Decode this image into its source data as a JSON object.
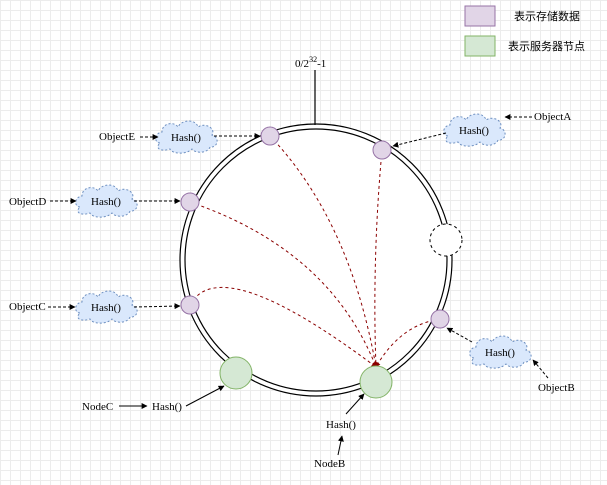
{
  "legend": {
    "data_label": "表示存储数据",
    "server_label": "表示服务器节点",
    "data_color": "#e1d5e7",
    "server_color": "#d5e8d4"
  },
  "top_label": {
    "prefix": "0/2",
    "exponent": "32",
    "suffix": "-1"
  },
  "objects": [
    {
      "id": "a",
      "name": "ObjectA",
      "hash": "Hash()"
    },
    {
      "id": "b",
      "name": "ObjectB",
      "hash": "Hash()"
    },
    {
      "id": "c",
      "name": "ObjectC",
      "hash": "Hash()"
    },
    {
      "id": "d",
      "name": "ObjectD",
      "hash": "Hash()"
    },
    {
      "id": "e",
      "name": "ObjectE",
      "hash": "Hash()"
    }
  ],
  "nodes": [
    {
      "id": "b",
      "name": "NodeB",
      "hash": "Hash()"
    },
    {
      "id": "c",
      "name": "NodeC",
      "hash": "Hash()"
    }
  ],
  "colors": {
    "cloud_fill": "#dae8fc",
    "cloud_stroke": "#6c8ebf",
    "curve_stroke": "#8b0000"
  }
}
